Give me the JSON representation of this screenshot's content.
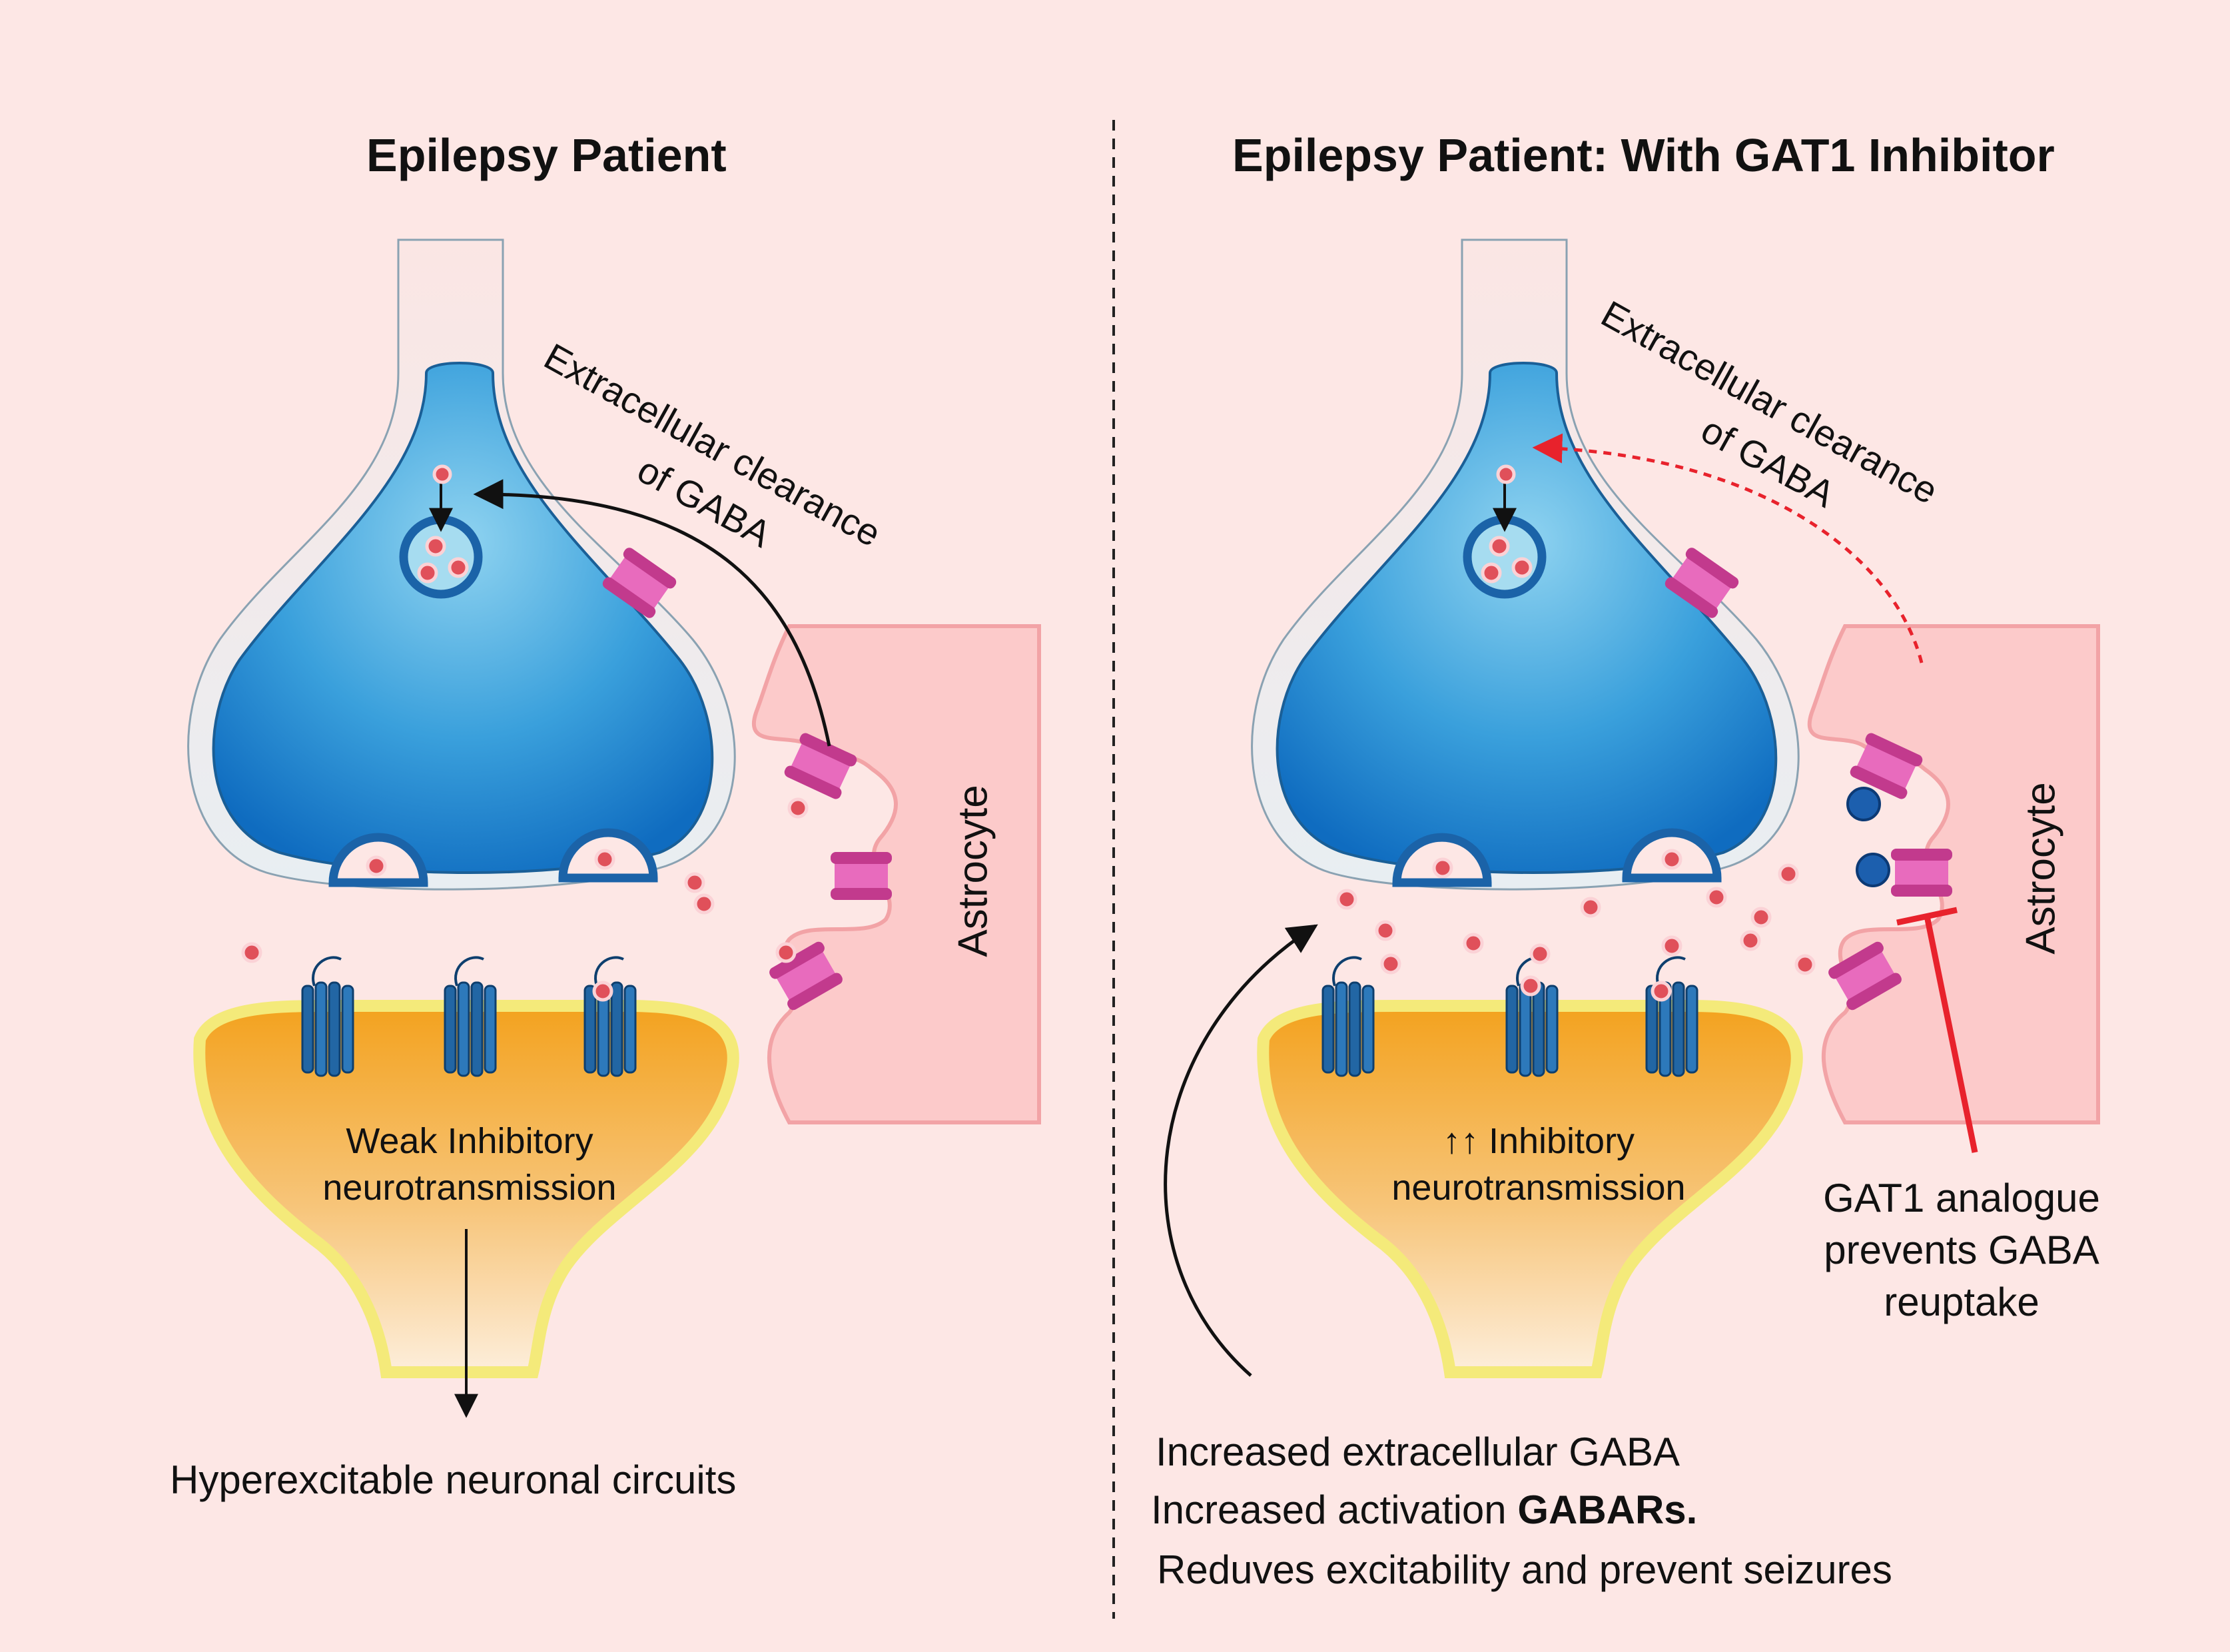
{
  "left_panel": {
    "title": "Epilepsy Patient",
    "clearance_line1": "Extracellular clearance",
    "clearance_line2": "of GABA",
    "astrocyte_label": "Astrocyte",
    "postsynaptic_line1": "Weak Inhibitory",
    "postsynaptic_line2": "neurotransmission",
    "outcome": "Hyperexcitable neuronal circuits"
  },
  "right_panel": {
    "title": "Epilepsy Patient: With GAT1 Inhibitor",
    "clearance_line1": "Extracellular clearance",
    "clearance_line2": "of GABA",
    "astrocyte_label": "Astrocyte",
    "postsynaptic_line1": "↑↑ Inhibitory",
    "postsynaptic_line2": "neurotransmission",
    "inhibitor_line1": "GAT1 analogue",
    "inhibitor_line2": "prevents GABA",
    "inhibitor_line3": "reuptake",
    "effect_line1": "Increased extracellular GABA",
    "effect_line2_prefix": "Increased activation ",
    "effect_line2_bold": "GABARs.",
    "effect_line3": "Reduves excitability and prevent seizures"
  },
  "colors": {
    "background": "#fde7e5",
    "presynaptic_blue": "#1e88c9",
    "postsynaptic_orange": "#f5a623",
    "astrocyte_pink": "#fccaca",
    "transporter_magenta": "#d63f9a",
    "gaba_dot": "#e0505a",
    "inhibitor_red": "#e8222c",
    "inhibitor_ball": "#1c5fae",
    "receptor_blue": "#2266a4"
  }
}
